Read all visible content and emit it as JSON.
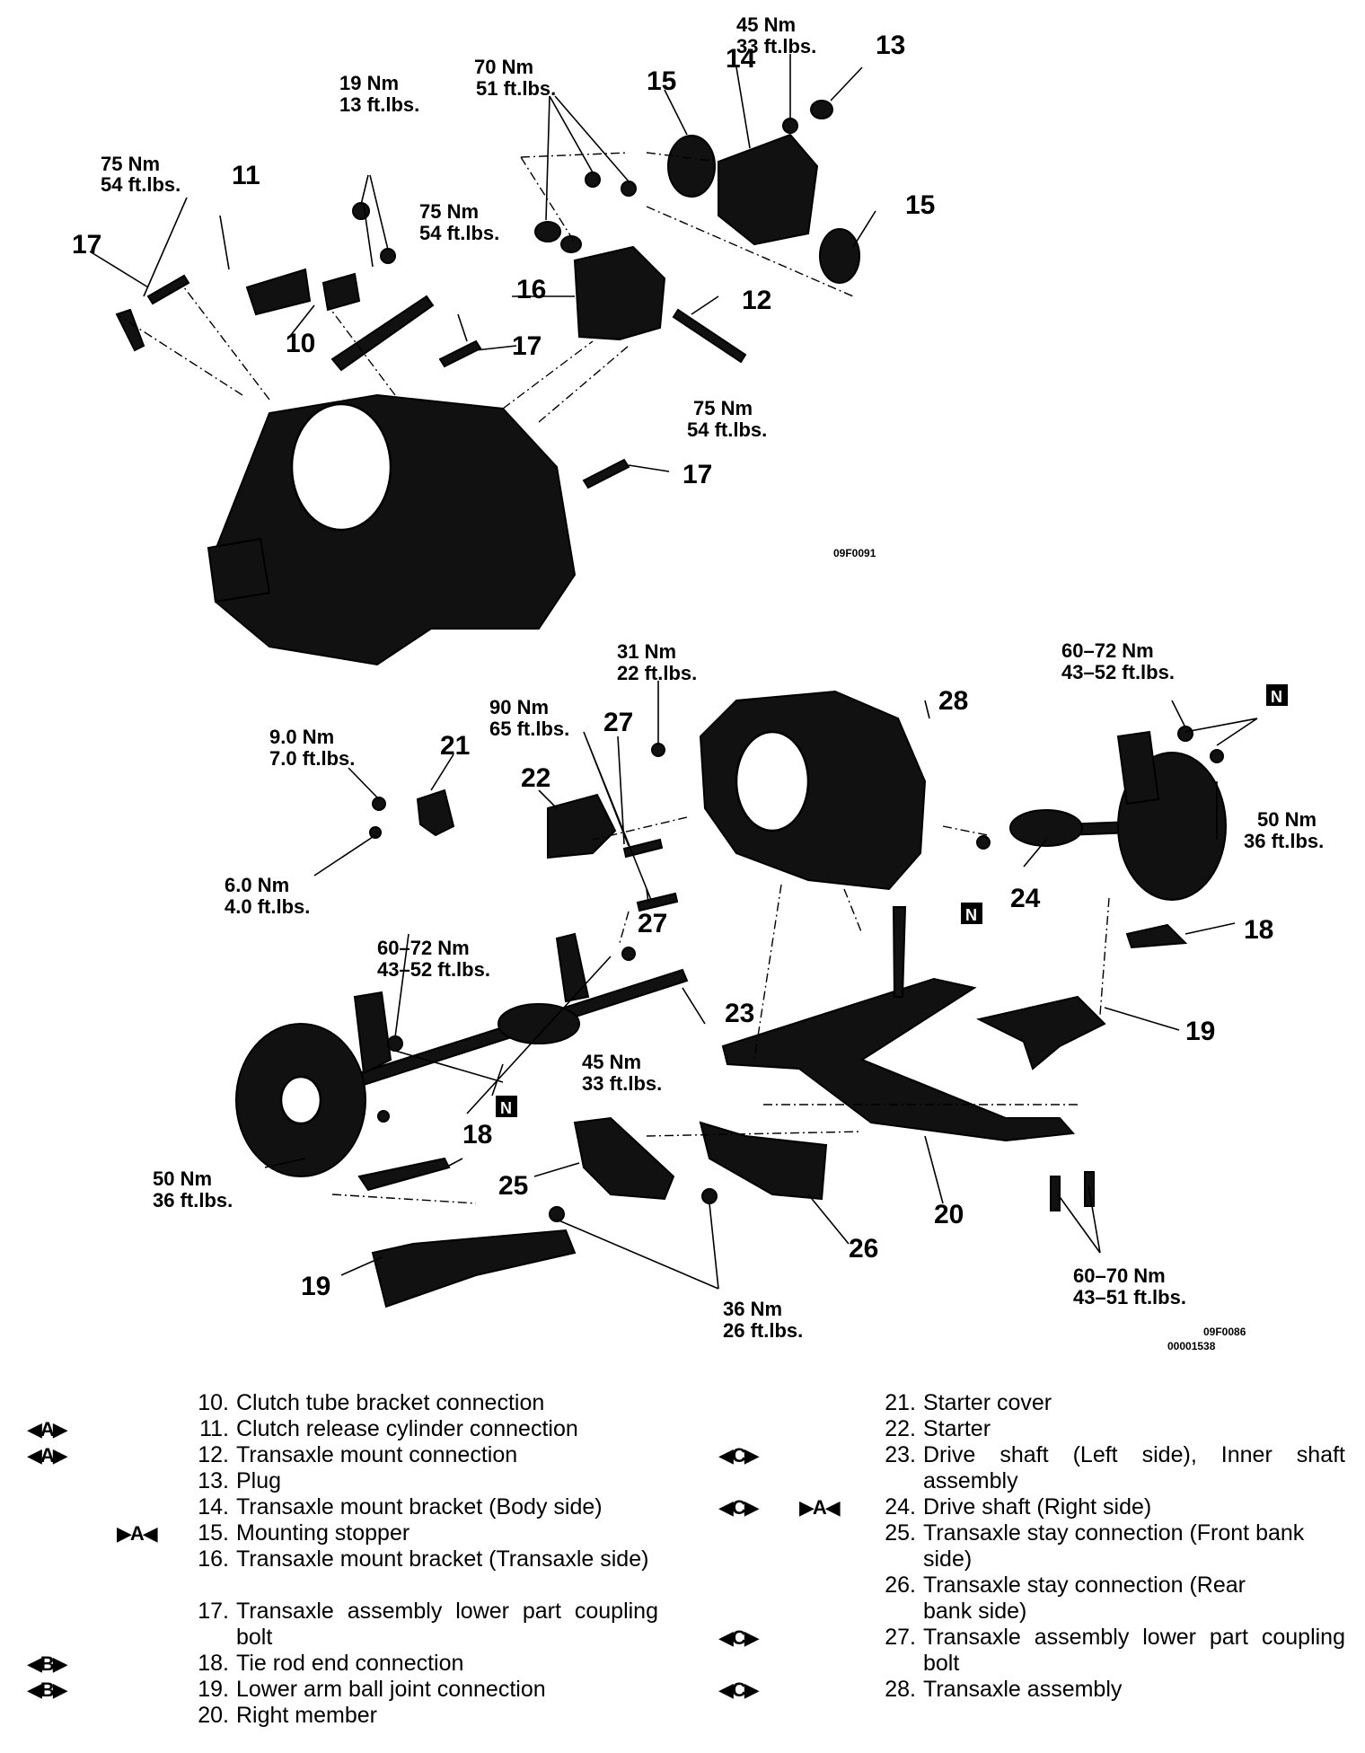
{
  "top_view": {
    "code": "09F0091",
    "torques": {
      "t75a": [
        "75 Nm",
        "54 ft.lbs."
      ],
      "t19": [
        "19 Nm",
        "13 ft.lbs."
      ],
      "t70": [
        "70 Nm",
        "51 ft.lbs."
      ],
      "t45": [
        "45 Nm",
        "33 ft.lbs."
      ],
      "t75b": [
        "75 Nm",
        "54 ft.lbs."
      ],
      "t75c": [
        "75 Nm",
        "54 ft.lbs."
      ]
    },
    "callouts": {
      "c10": "10",
      "c11": "11",
      "c12": "12",
      "c13": "13",
      "c14": "14",
      "c15a": "15",
      "c15b": "15",
      "c16": "16",
      "c17a": "17",
      "c17b": "17",
      "c17c": "17"
    }
  },
  "bottom_view": {
    "code_small": "09F0086",
    "code": "00001538",
    "torques": {
      "t31": [
        "31 Nm",
        "22 ft.lbs."
      ],
      "t90": [
        "90 Nm",
        "65 ft.lbs."
      ],
      "t9": [
        "9.0 Nm",
        "7.0 ft.lbs."
      ],
      "t6": [
        "6.0 Nm",
        "4.0 ft.lbs."
      ],
      "t6072a": [
        "60–72 Nm",
        "43–52 ft.lbs."
      ],
      "t6072b": [
        "60–72 Nm",
        "43–52 ft.lbs."
      ],
      "t50a": [
        "50 Nm",
        "36 ft.lbs."
      ],
      "t50b": [
        "50 Nm",
        "36 ft.lbs."
      ],
      "t45": [
        "45 Nm",
        "33 ft.lbs."
      ],
      "t36": [
        "36 Nm",
        "26 ft.lbs."
      ],
      "t6070": [
        "60–70 Nm",
        "43–51 ft.lbs."
      ]
    },
    "callouts": {
      "c18a": "18",
      "c18b": "18",
      "c19a": "19",
      "c19b": "19",
      "c20": "20",
      "c21": "21",
      "c22": "22",
      "c23": "23",
      "c24": "24",
      "c25": "25",
      "c26": "26",
      "c27a": "27",
      "c27b": "27",
      "c28": "28"
    },
    "n_mark": "N"
  },
  "legend_left": [
    {
      "num": "10.",
      "text": "Clutch tube bracket connection",
      "mark": ""
    },
    {
      "num": "11.",
      "text": "Clutch release cylinder connection",
      "mark": "◀A▶"
    },
    {
      "num": "12.",
      "text": "Transaxle mount connection",
      "mark": "◀A▶"
    },
    {
      "num": "13.",
      "text": "Plug",
      "mark": ""
    },
    {
      "num": "14.",
      "text": "Transaxle mount bracket (Body side)",
      "mark": ""
    },
    {
      "num": "15.",
      "text": "Mounting stopper",
      "mark": "▶A◀"
    },
    {
      "num": "16.",
      "text": "Transaxle mount bracket (Transaxle side)",
      "mark": ""
    },
    {
      "num": "17.",
      "text": "Transaxle assembly lower part coupling bolt",
      "mark": ""
    },
    {
      "num": "18.",
      "text": "Tie rod end connection",
      "mark": "◀B▶"
    },
    {
      "num": "19.",
      "text": "Lower arm ball joint connection",
      "mark": "◀B▶"
    },
    {
      "num": "20.",
      "text": "Right member",
      "mark": ""
    }
  ],
  "legend_right": [
    {
      "num": "21.",
      "text": "Starter cover",
      "mark": "",
      "mark2": ""
    },
    {
      "num": "22.",
      "text": "Starter",
      "mark": "",
      "mark2": ""
    },
    {
      "num": "23.",
      "text": "Drive shaft (Left side), Inner shaft assembly",
      "mark": "◀C▶",
      "mark2": ""
    },
    {
      "num": "24.",
      "text": "Drive shaft (Right side)",
      "mark": "◀C▶",
      "mark2": "▶A◀"
    },
    {
      "num": "25.",
      "text": "Transaxle stay connection (Front bank side)",
      "mark": "",
      "mark2": ""
    },
    {
      "num": "26.",
      "text": "Transaxle stay connection (Rear bank side)",
      "mark": "",
      "mark2": ""
    },
    {
      "num": "27.",
      "text": "Transaxle assembly lower part coupling bolt",
      "mark": "◀C▶",
      "mark2": ""
    },
    {
      "num": "28.",
      "text": "Transaxle assembly",
      "mark": "◀C▶",
      "mark2": ""
    }
  ]
}
